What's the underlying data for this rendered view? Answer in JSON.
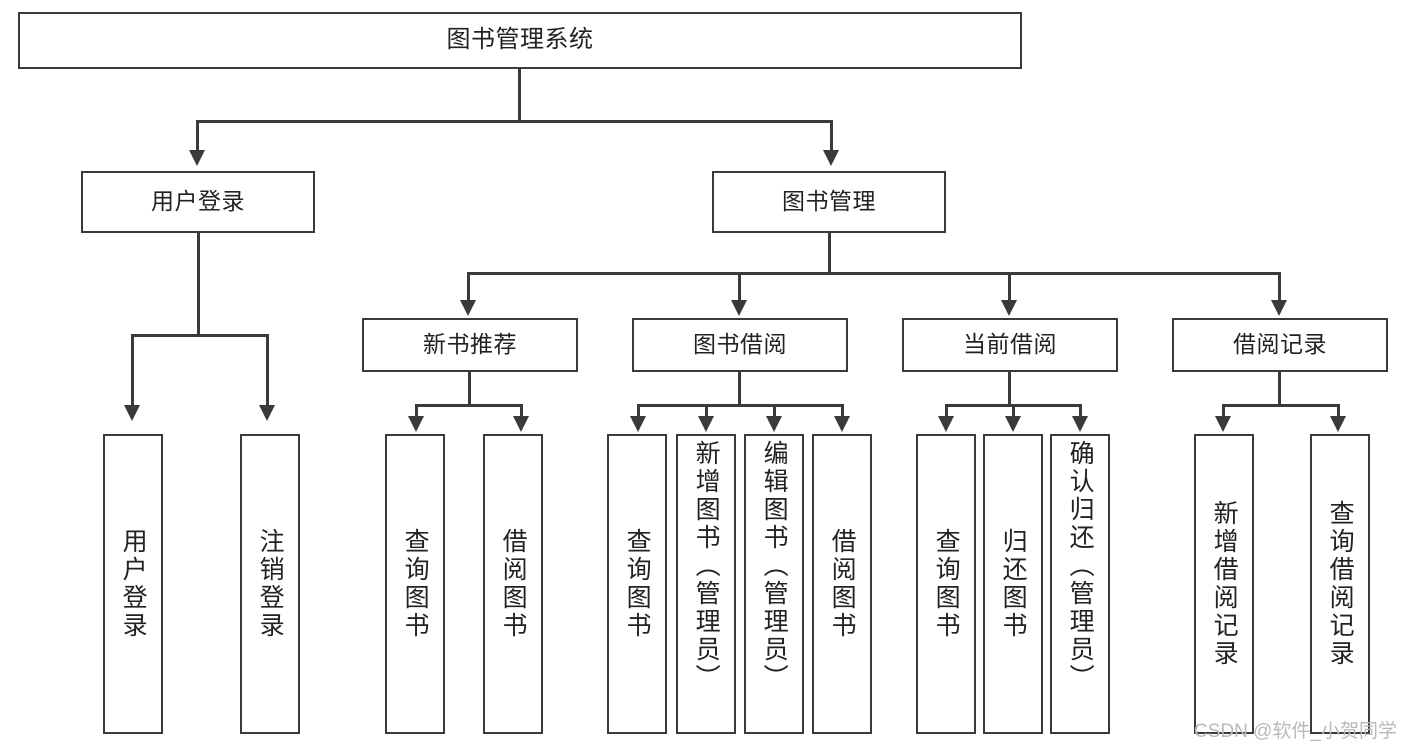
{
  "diagram": {
    "title": "图书管理系统",
    "root": {
      "label": "图书管理系统"
    },
    "level2": [
      {
        "label": "用户登录"
      },
      {
        "label": "图书管理"
      }
    ],
    "level3": [
      {
        "label": "新书推荐"
      },
      {
        "label": "图书借阅"
      },
      {
        "label": "当前借阅"
      },
      {
        "label": "借阅记录"
      }
    ],
    "leaves": {
      "user_login": [
        {
          "label": "用户登录"
        },
        {
          "label": "注销登录"
        }
      ],
      "new_book_recommend": [
        {
          "label": "查询图书"
        },
        {
          "label": "借阅图书"
        }
      ],
      "book_borrow": [
        {
          "label": "查询图书"
        },
        {
          "label": "新增图书（管理员）"
        },
        {
          "label": "编辑图书（管理员）"
        },
        {
          "label": "借阅图书"
        }
      ],
      "current_borrow": [
        {
          "label": "查询图书"
        },
        {
          "label": "归还图书"
        },
        {
          "label": "确认归还（管理员）"
        }
      ],
      "borrow_record": [
        {
          "label": "新增借阅记录"
        },
        {
          "label": "查询借阅记录"
        }
      ]
    }
  },
  "watermark": {
    "text": "CSDN @软件_小贺同学"
  },
  "colors": {
    "stroke": "#3a3a3a",
    "background": "#ffffff",
    "text": "#222222",
    "watermark": "#b9b9b9"
  }
}
